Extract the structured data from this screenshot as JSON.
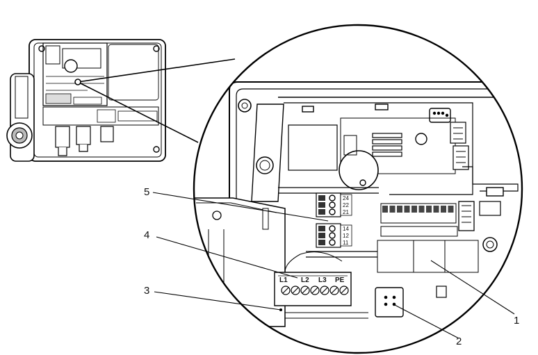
{
  "figure": {
    "callouts": [
      {
        "id": "1",
        "label": "1"
      },
      {
        "id": "2",
        "label": "2"
      },
      {
        "id": "3",
        "label": "3"
      },
      {
        "id": "4",
        "label": "4"
      },
      {
        "id": "5",
        "label": "5"
      }
    ],
    "mains_terminals": [
      "L1",
      "L2",
      "L3",
      "PE"
    ],
    "relay_terminals_upper": [
      "24",
      "22",
      "21"
    ],
    "relay_terminals_lower": [
      "14",
      "12",
      "11"
    ]
  }
}
